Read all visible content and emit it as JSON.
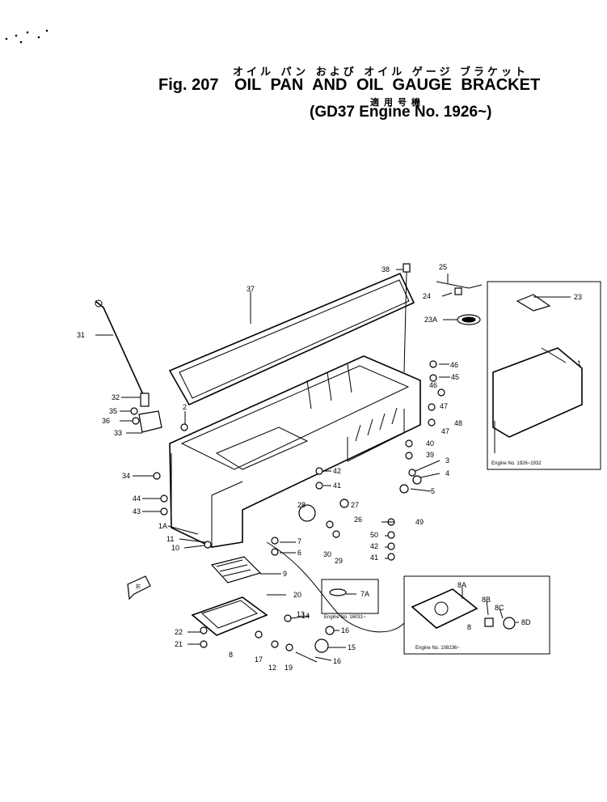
{
  "header": {
    "japanese_title": "オイル パン および オイル ゲージ ブラケット",
    "figure_number": "Fig. 207",
    "title": "OIL PAN AND OIL GAUGE BRACKET",
    "japanese_applicability": "適用号機",
    "applicability_prefix": "(",
    "applicability": "GD37 Engine No. 1926~",
    "applicability_suffix": ")"
  },
  "insets": {
    "top_right": {
      "label": "Engine No. 1926~1932"
    },
    "middle": {
      "label": "Engine No. 16031~"
    },
    "bottom_right": {
      "label": "Engine No. 108236~"
    }
  },
  "part_labels": {
    "p1": "1",
    "p1A": "1A",
    "p2": "2",
    "p3": "3",
    "p4": "4",
    "p5": "5",
    "p6": "6",
    "p7": "7",
    "p7A": "7A",
    "p8": "8",
    "p8A": "8A",
    "p8B": "8B",
    "p8C": "8C",
    "p8D": "8D",
    "p9": "9",
    "p10": "10",
    "p11": "11",
    "p12": "12",
    "p13": "13",
    "p14": "14",
    "p15": "15",
    "p16a": "16",
    "p16b": "16",
    "p17": "17",
    "p19": "19",
    "p20": "20",
    "p21": "21",
    "p22": "22",
    "p23": "23",
    "p23A": "23A",
    "p24": "24",
    "p25": "25",
    "p26": "26",
    "p27": "27",
    "p28": "28",
    "p29": "29",
    "p30": "30",
    "p31": "31",
    "p32": "32",
    "p33": "33",
    "p34": "34",
    "p35": "35",
    "p36": "36",
    "p37": "37",
    "p38": "38",
    "p39": "39",
    "p40": "40",
    "p41a": "41",
    "p41b": "41",
    "p42a": "42",
    "p42b": "42",
    "p43": "43",
    "p44": "44",
    "p45": "45",
    "p46a": "46",
    "p46b": "46",
    "p47a": "47",
    "p47b": "47",
    "p48": "48",
    "p49": "49",
    "p50": "50",
    "p8r": "8"
  },
  "arrow_tag": "前"
}
